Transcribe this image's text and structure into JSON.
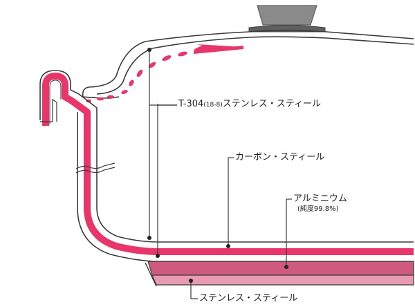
{
  "labels": {
    "t304_main": "T-304",
    "t304_paren": "(18-8)",
    "t304_tail": "ステンレス・スティール",
    "carbon_steel": "カーボン・スティール",
    "aluminum": "アルミニウム",
    "aluminum_purity": "(純度99.8%)",
    "stainless_bottom": "ステンレス・スティール"
  },
  "colors": {
    "background": "#ffffff",
    "outline": "#3a3a3a",
    "carbon_core": "#e8366b",
    "aluminum_layer": "#cf5a80",
    "stainless_layer": "#e99ab3",
    "knob": "#8a8a8a",
    "knob_dark": "#5f5f5f"
  },
  "icons": {
    "knob": "lid-knob",
    "condensation": "droplet-arrow"
  }
}
